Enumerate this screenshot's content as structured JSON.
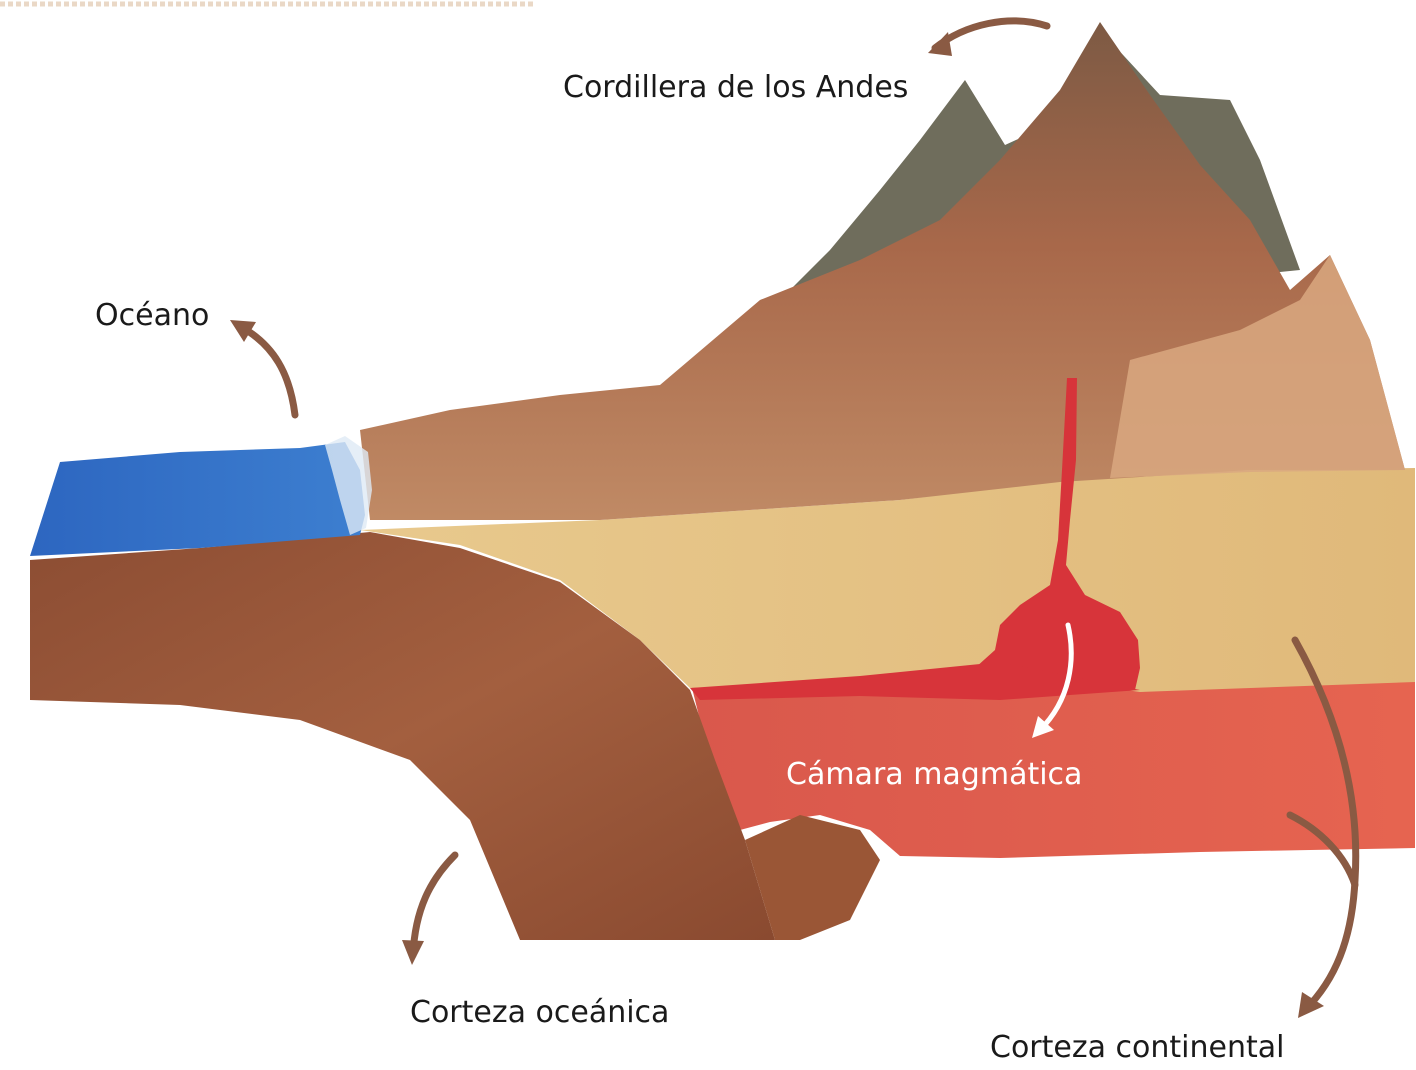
{
  "colors": {
    "arrow": "#8a5a43",
    "label_dark": "#1a1a1a",
    "label_light": "#ffffff",
    "ocean": "#2f6fc4",
    "oceanic_crust": "#9a5636",
    "continental_crust": "#e2c184",
    "mountain": "#a8684a",
    "mountain_shadow": "#6d6a5c",
    "magma": "#d7343a",
    "mantle": "#e0554a"
  },
  "labels": {
    "andes": "Cordillera de los Andes",
    "oceano": "Océano",
    "camara": "Cámara magmática",
    "oceanica": "Corteza oceánica",
    "continental": "Corteza continental"
  }
}
